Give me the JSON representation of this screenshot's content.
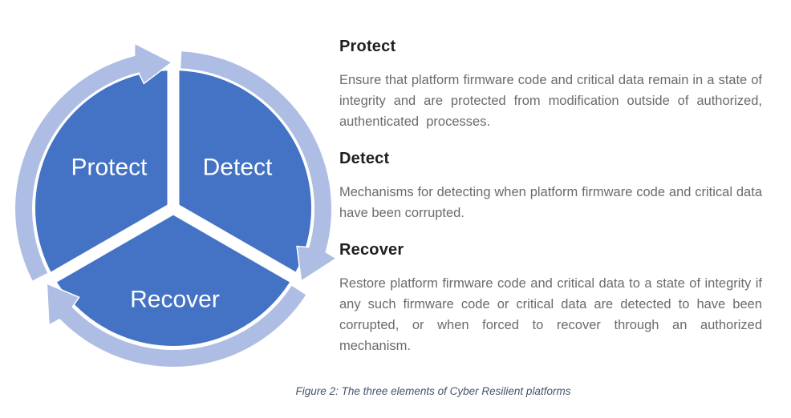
{
  "diagram": {
    "cycle_direction": "clockwise",
    "labels": {
      "protect": "Protect",
      "detect": "Detect",
      "recover": "Recover"
    },
    "colors": {
      "slice_blue": "#4472C4",
      "ring_light_blue": "#AEBDE4",
      "separator_white": "#FFFFFF",
      "label_text": "#FFFFFF"
    }
  },
  "sections": [
    {
      "heading": "Protect",
      "body": "Ensure that platform firmware code and critical data remain in a state of integrity and are protected from modification outside of authorized, authenticated  processes."
    },
    {
      "heading": "Detect",
      "body": "Mechanisms for detecting when platform firmware code and critical data have been corrupted."
    },
    {
      "heading": "Recover",
      "body": "Restore platform firmware code and critical data to a state of integrity if any such firmware code or critical data are detected to have been corrupted, or when forced to recover through an authorized  mechanism."
    }
  ],
  "caption": "Figure 2: The three elements of Cyber Resilient platforms"
}
